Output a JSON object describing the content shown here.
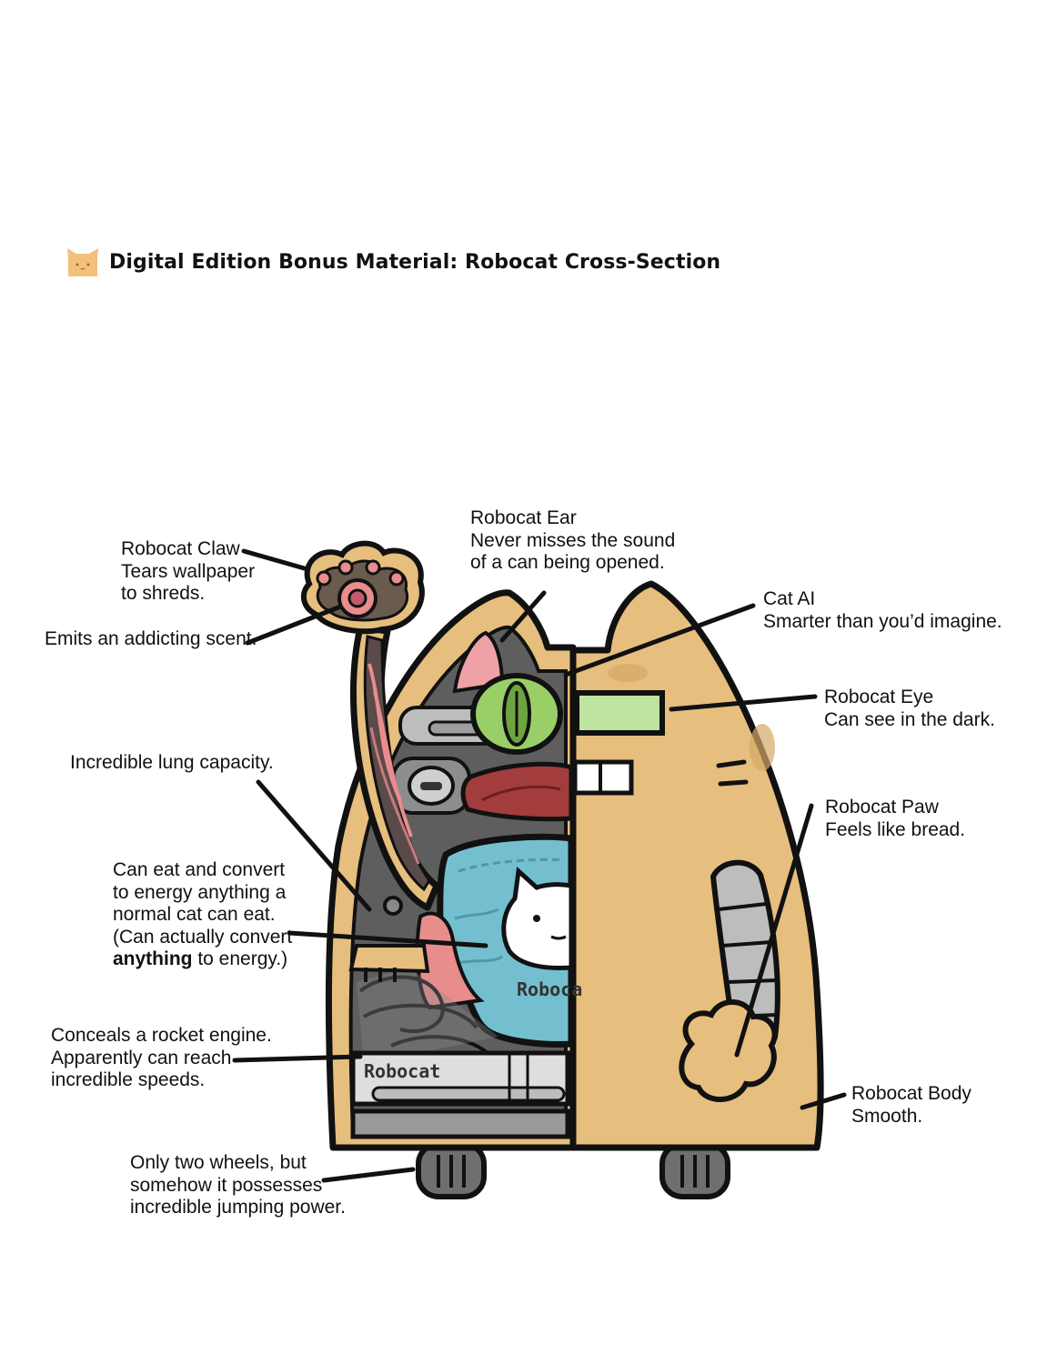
{
  "header": {
    "title": "Digital Edition Bonus Material: Robocat Cross-Section",
    "icon": "cat-head-icon"
  },
  "colors": {
    "body": "#E6BE7E",
    "outline": "#111111",
    "ear_pink": "#EFA1A6",
    "eye_green": "#9ACF68",
    "tank_blue": "#73BFD0",
    "gray": "#9E9E9E",
    "muscle_red": "#A33C3C"
  },
  "labels": {
    "claw": {
      "lines": [
        "Robocat Claw",
        "Tears wallpaper",
        "to shreds."
      ]
    },
    "scent": {
      "lines": [
        "Emits an addicting scent."
      ]
    },
    "ear": {
      "lines": [
        "Robocat Ear",
        "Never misses the sound",
        "of a can being opened."
      ]
    },
    "ai": {
      "lines": [
        "Cat AI",
        "Smarter than you’d imagine."
      ]
    },
    "eye": {
      "lines": [
        "Robocat Eye",
        "Can see in the dark."
      ]
    },
    "lung": {
      "lines": [
        "Incredible lung capacity."
      ]
    },
    "paw": {
      "lines": [
        "Robocat Paw",
        "Feels like bread."
      ]
    },
    "stomach": {
      "lines": [
        "Can eat and convert",
        "to energy anything a",
        "normal cat can eat.",
        "(Can actually convert"
      ],
      "emphasis": "anything",
      "tail": " to energy.)"
    },
    "engine": {
      "lines": [
        "Conceals a rocket engine.",
        "Apparently can reach",
        "incredible speeds."
      ]
    },
    "body": {
      "lines": [
        "Robocat Body",
        "Smooth."
      ]
    },
    "wheels": {
      "lines": [
        "Only two wheels, but",
        "somehow it possesses",
        "incredible jumping power."
      ]
    }
  },
  "embedded": {
    "tank_text": "Roboca",
    "engine_text": "Robocat"
  }
}
